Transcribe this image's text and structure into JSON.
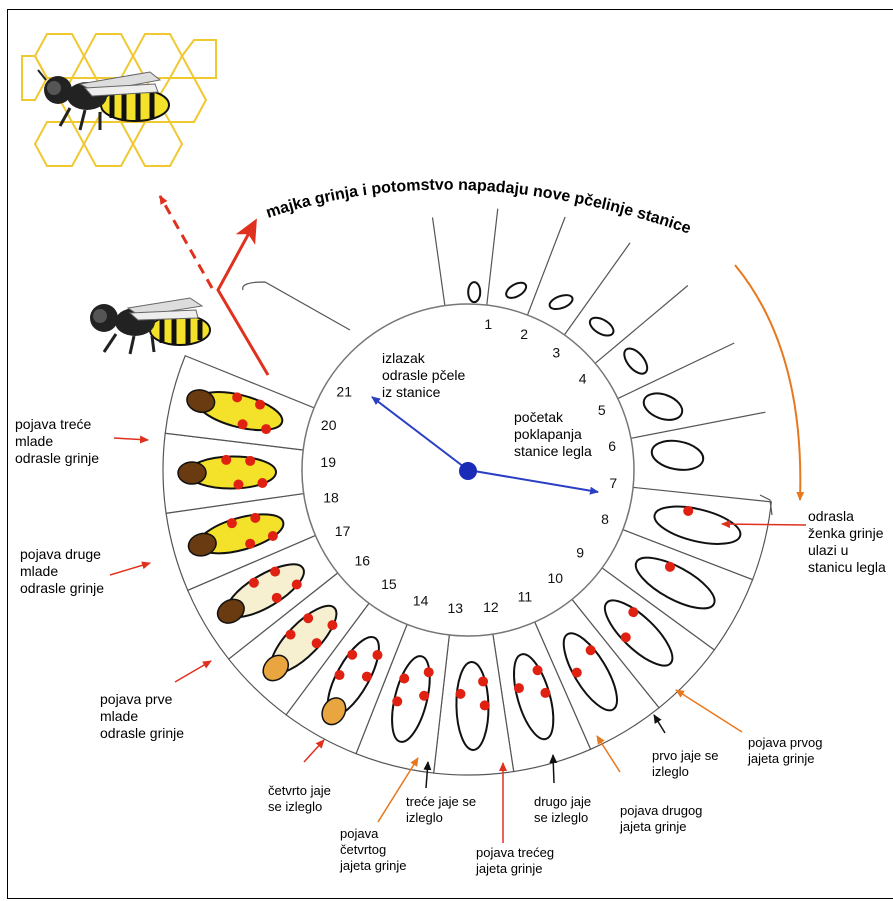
{
  "title_arc": "majka grinja i potomstvo napadaju nove pčelinje stanice",
  "center": {
    "exit": "izlazak\nodrasle pčele\niz stanice",
    "start": "početak\npoklapanja\nstanice legla"
  },
  "day_numbers": [
    "1",
    "2",
    "3",
    "4",
    "5",
    "6",
    "7",
    "8",
    "9",
    "10",
    "11",
    "12",
    "13",
    "14",
    "15",
    "16",
    "17",
    "18",
    "19",
    "20",
    "21"
  ],
  "labels": {
    "mite_enters": "odrasla\nženka grinje\nulazi u\nstanicu legla",
    "first_mite_egg": "pojava prvog\njajeta grinje",
    "first_egg_hatched": "prvo jaje se\nizleglo",
    "second_mite_egg": "pojava drugog\njajeta grinje",
    "second_egg_hatched": "drugo jaje\nse izleglo",
    "third_mite_egg": "pojava trećeg\njajeta grinje",
    "third_egg_hatched": "treće jaje se\nizleglo",
    "fourth_mite_egg": "pojava\nčetvrtog\njajeta grinje",
    "fourth_egg_hatched": "četvrto jaje\nse izleglo",
    "first_adult_mite": "pojava prve\nmlade\nodrasle grinje",
    "second_adult_mite": "pojava druge\nmlade\nodrasle grinje",
    "third_adult_mite": "pojava treće\nmlade\nodrasle grinje"
  },
  "colors": {
    "red_arrow": "#e0301e",
    "orange_arrow": "#e8781e",
    "hand": "#2a3fc4",
    "hub": "#1a2bb8",
    "mite": "#e02010",
    "bee_yellow": "#f3e12a"
  }
}
